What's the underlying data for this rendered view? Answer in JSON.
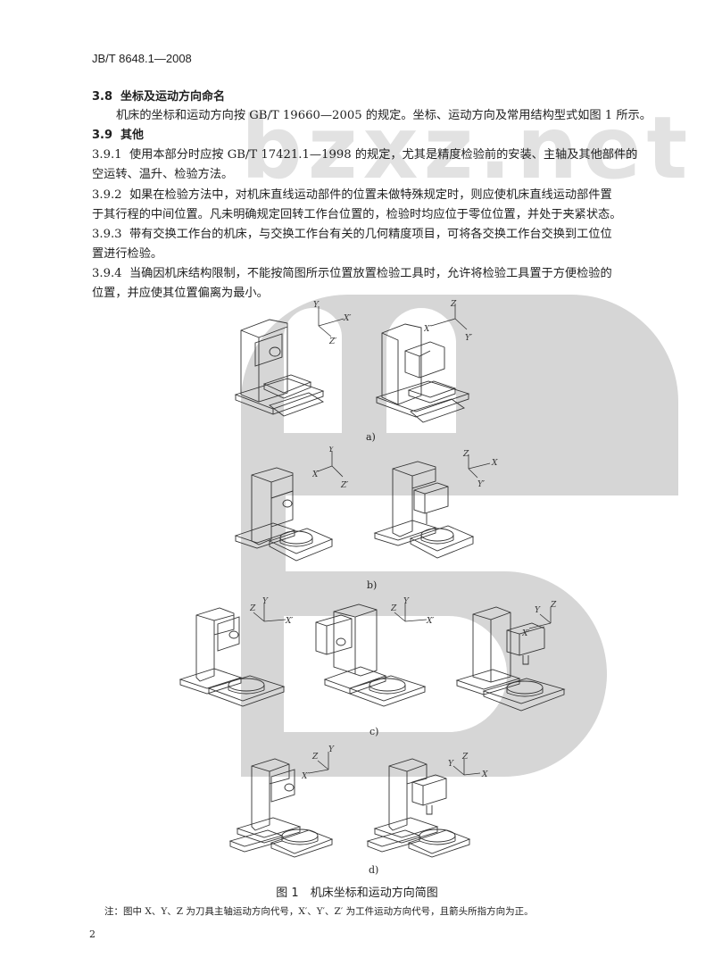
{
  "header": {
    "standard_number": "JB/T 8648.1—2008"
  },
  "sections": {
    "s38": {
      "number": "3.8",
      "title": "坐标及运动方向命名",
      "body": "机床的坐标和运动方向按 GB/T 19660—2005 的规定。坐标、运动方向及常用结构型式如图 1 所示。"
    },
    "s39": {
      "number": "3.9",
      "title": "其他"
    },
    "s391": {
      "number": "3.9.1",
      "line1": "使用本部分时应按 GB/T 17421.1—1998 的规定，尤其是精度检验前的安装、主轴及其他部件的",
      "line2": "空运转、温升、检验方法。"
    },
    "s392": {
      "number": "3.9.2",
      "line1": "如果在检验方法中，对机床直线运动部件的位置未做特殊规定时，则应使机床直线运动部件置",
      "line2": "于其行程的中间位置。凡未明确规定回转工作台位置的，检验时均应位于零位位置，并处于夹紧状态。"
    },
    "s393": {
      "number": "3.9.3",
      "line1": "带有交换工作台的机床，与交换工作台有关的几何精度项目，可将各交换工作台交换到工位位",
      "line2": "置进行检验。"
    },
    "s394": {
      "number": "3.9.4",
      "line1": "当确因机床结构限制，不能按简图所示位置放置检验工具时，允许将检验工具置于方便检验的",
      "line2": "位置，并应使其位置偏离为最小。"
    }
  },
  "figure": {
    "caption": "图 1　机床坐标和运动方向简图",
    "note": "注：图中 X、Y、Z 为刀具主轴运动方向代号，X′、Y′、Z′ 为工件运动方向代号，且箭头所指方向为正。",
    "subfigures": [
      {
        "label": "a)",
        "axes": [
          [
            "Y",
            "X′",
            "Z′"
          ],
          [
            "Z",
            "X′",
            "Y′"
          ]
        ]
      },
      {
        "label": "b)",
        "axes": [
          [
            "Y",
            "X",
            "Z′"
          ],
          [
            "Z",
            "X",
            "Y′"
          ]
        ]
      },
      {
        "label": "c)",
        "axes": [
          [
            "Y",
            "Z",
            "X′"
          ],
          [
            "Y",
            "Z",
            "X′"
          ],
          [
            "Y",
            "Z",
            "X′"
          ]
        ]
      },
      {
        "label": "d)",
        "axes": [
          [
            "Y",
            "Z",
            "X′"
          ],
          [
            "Z",
            "Y",
            "X"
          ]
        ]
      }
    ]
  },
  "watermark": {
    "text": "bzxz.net"
  },
  "footer": {
    "page_number": "2"
  }
}
